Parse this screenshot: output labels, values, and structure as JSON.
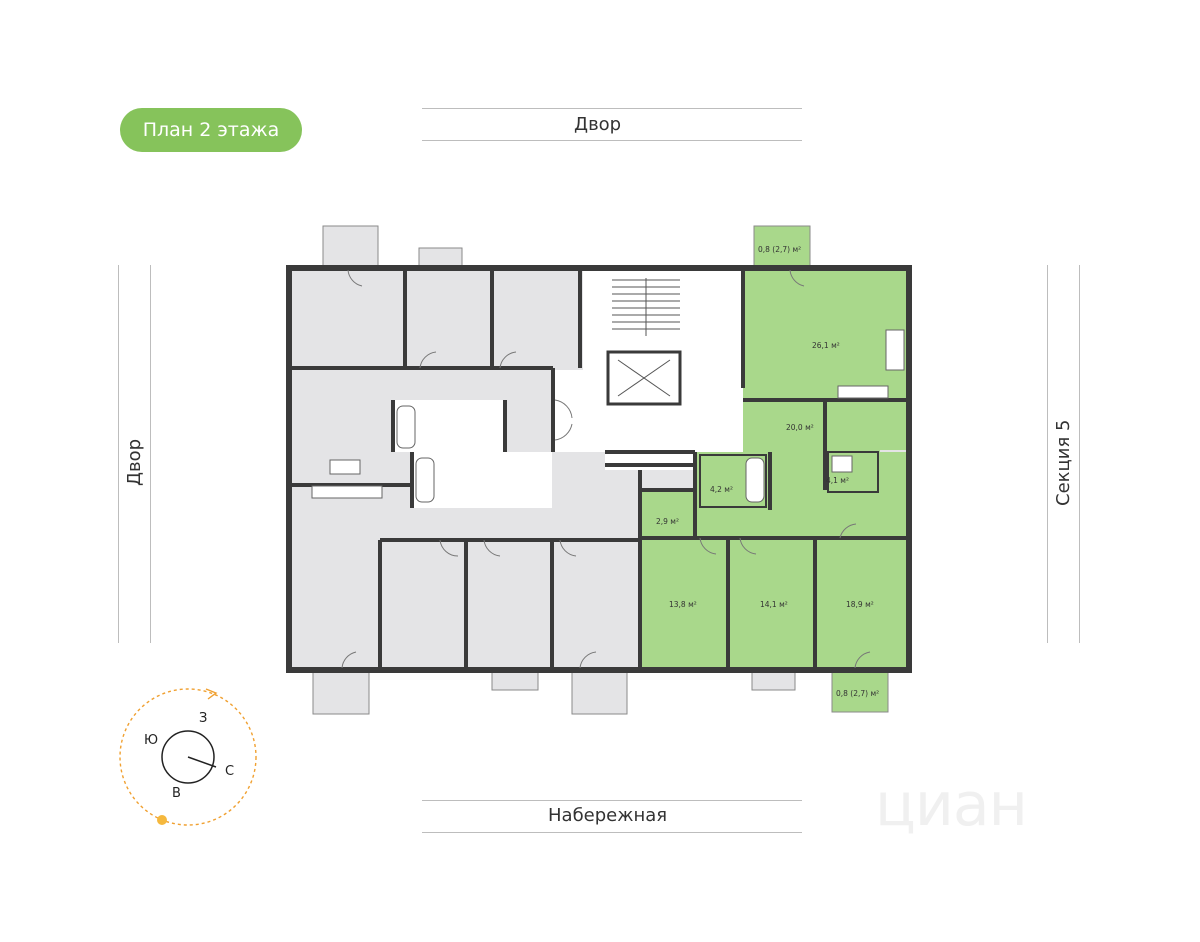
{
  "floor_badge": "План 2 этажа",
  "labels": {
    "top": "Двор",
    "left": "Двор",
    "right": "Секция 5",
    "bottom": "Набережная"
  },
  "areas": {
    "balcony_top": "0,8 (2,7) м²",
    "living_big": "26,1 м²",
    "hall": "20,0 м²",
    "bath_a": "4,2 м²",
    "bath_b": "4,1 м²",
    "wc": "2,9 м²",
    "room_1": "13,8 м²",
    "room_2": "14,1 м²",
    "room_3": "18,9 м²",
    "balcony_bottom": "0,8 (2,7) м²"
  },
  "compass": {
    "west": "З",
    "south": "Ю",
    "north": "С",
    "east": "В",
    "sun_icon": "sun-icon"
  },
  "colors": {
    "accent_green": "#86c35b",
    "grey_fill": "#e4e4e6",
    "wall": "#3a3a3a"
  },
  "watermark": "циан"
}
